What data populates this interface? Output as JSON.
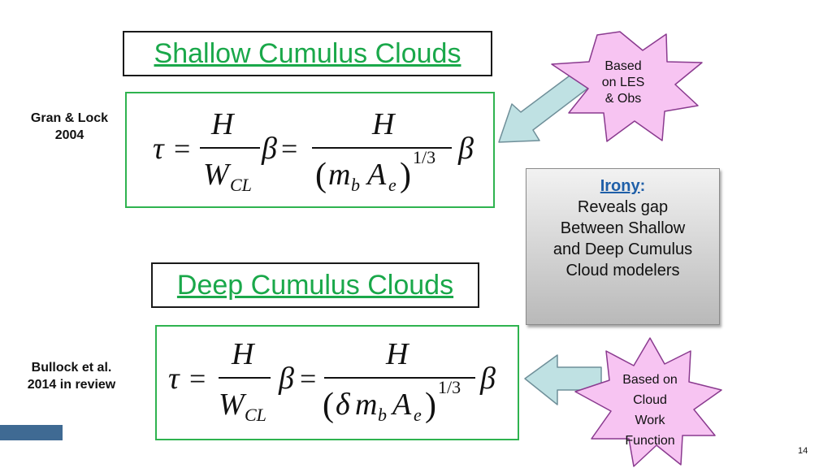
{
  "shallow": {
    "title": "Shallow Cumulus Clouds",
    "author_line1": "Gran & Lock",
    "author_line2": "2004",
    "star_lines": [
      "Based",
      "on LES",
      "& Obs"
    ]
  },
  "deep": {
    "title": "Deep Cumulus Clouds",
    "author_line1": "Bullock et al.",
    "author_line2": "2014 in review",
    "star_lines": [
      "Based on",
      "Cloud",
      "Work",
      "Function"
    ]
  },
  "equation": {
    "tau": "τ",
    "eq": "=",
    "H": "H",
    "W": "W",
    "CL": "CL",
    "beta": "β",
    "m": "m",
    "b": "b",
    "A": "A",
    "e": "e",
    "delta": "δ",
    "exp": "1/3",
    "lparen": "(",
    "rparen": ")"
  },
  "irony": {
    "title": "Irony",
    "colon": ":",
    "lines": [
      "Reveals gap",
      "Between Shallow",
      "and Deep Cumulus",
      "Cloud modelers"
    ]
  },
  "page_number": "14",
  "colors": {
    "title_green": "#1aa84a",
    "box_green": "#2fb34f",
    "star_fill": "#f7c4f2",
    "star_stroke": "#8a3a8f",
    "arrow_fill": "#bfe1e3",
    "arrow_stroke": "#6f8f99",
    "irony_blue": "#1f5fa8",
    "footer_blue": "#3f6a93"
  }
}
